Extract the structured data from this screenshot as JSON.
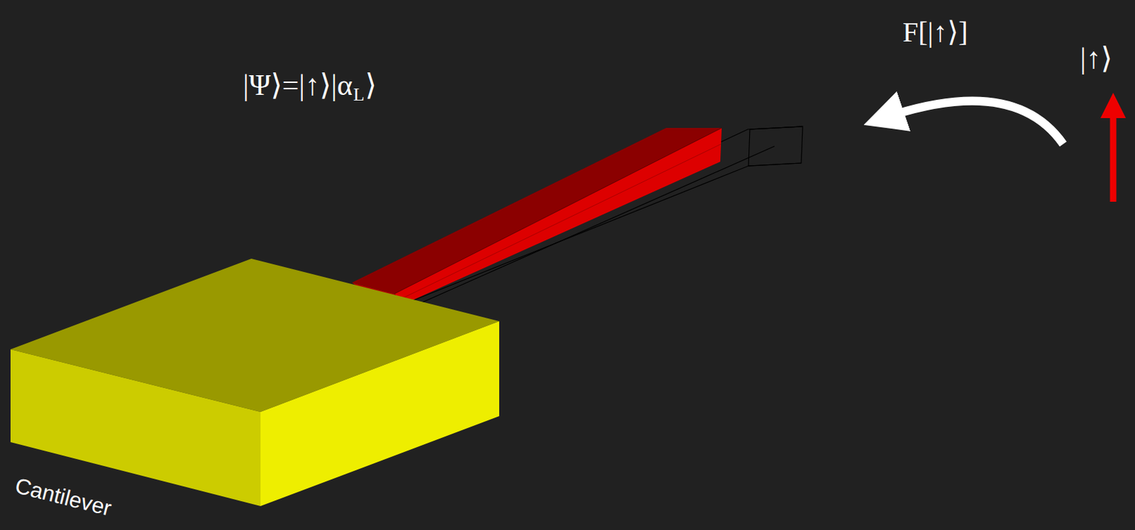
{
  "diagram": {
    "labels": [
      "|Ψ⟩=|↑⟩|α",
      "L",
      "⟩",
      "F[|↑⟩]",
      "|↑⟩",
      "Cantilever"
    ]
  }
}
